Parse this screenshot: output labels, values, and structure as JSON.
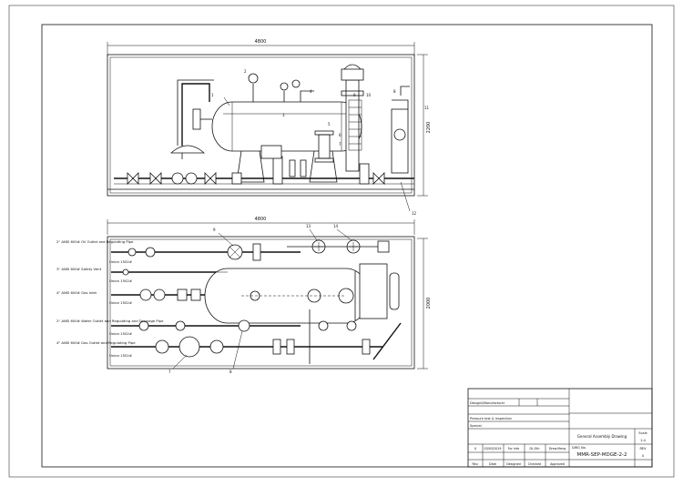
{
  "drawing": {
    "front_width_dim": "4800",
    "front_height_dim": "2200",
    "plan_width_dim": "4800",
    "plan_height_dim": "2000"
  },
  "callouts": {
    "front": [
      "1",
      "2",
      "3",
      "4",
      "5",
      "6",
      "7",
      "8",
      "9",
      "10",
      "11",
      "12"
    ],
    "plan": [
      "9",
      "13",
      "14",
      "7",
      "8"
    ]
  },
  "pipe_labels": [
    {
      "title": "2\" ANSI 600# Oil Outlet and Regulating Pipe",
      "union": "Union 1502#"
    },
    {
      "title": "3\" ANSI 600# Safety Vent",
      "union": "Union 1502#"
    },
    {
      "title": "4\" ANSI 600# Gas Inlet",
      "union": "Union 1502#"
    },
    {
      "title": "2\" ANSI 600# Water Outlet and Regulating and Drainage Pipe",
      "union": "Union 1502#"
    },
    {
      "title": "4\" ANSI 600# Gas Outlet and Regulating Pipe",
      "union": "Union 1502#"
    }
  ],
  "title_block": {
    "row1": "Design&Manufacturer",
    "row2": "Pressure test & Inspection",
    "row3": "Special",
    "drawing_title": "General Assembly Drawing",
    "scale_label": "Scale",
    "scale_value": "1:4",
    "dwg_no_label": "DWG No.",
    "dwg_no": "MMR-SEP-MDGE-2-2",
    "rev_label": "REV",
    "rev_value": "0",
    "rev_row": [
      "0",
      "03/03/2019",
      "For Info",
      "DL.Eth",
      "Drew.Meng"
    ],
    "footer": [
      "Rev.",
      "Date",
      "Designed",
      "Checked",
      "Approved"
    ]
  }
}
